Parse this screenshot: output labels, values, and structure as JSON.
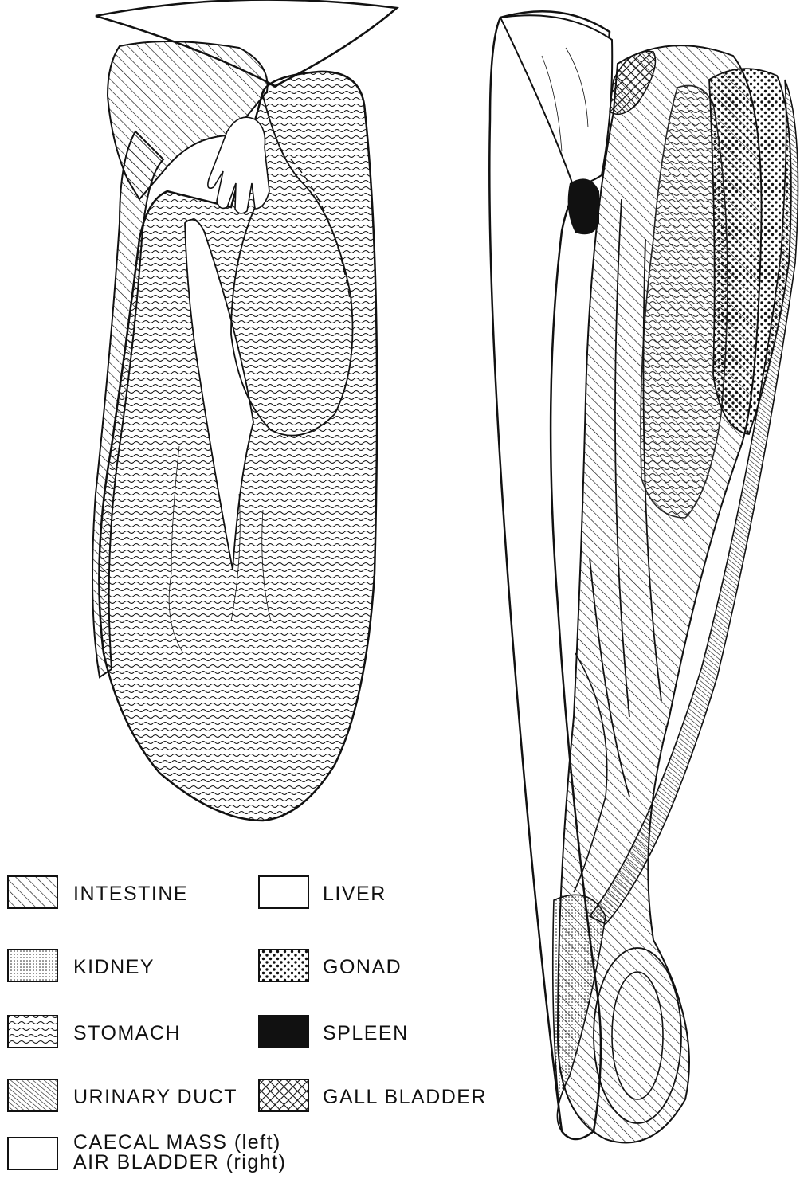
{
  "colors": {
    "ink": "#111111",
    "paper": "#ffffff"
  },
  "views": {
    "left": {
      "caecal_mass_outline": true
    },
    "right": {
      "air_bladder_outline": true
    }
  },
  "legend": [
    {
      "pattern": "diagonal",
      "label": "INTESTINE"
    },
    {
      "pattern": "dots-fine",
      "label": "KIDNEY"
    },
    {
      "pattern": "waves",
      "label": "STOMACH"
    },
    {
      "pattern": "diagonal-dense",
      "label": "URINARY DUCT"
    },
    {
      "pattern": "blank",
      "label_line1": "CAECAL MASS (left)",
      "label_line2": "AIR BLADDER (right)"
    },
    {
      "pattern": "blank",
      "label": "LIVER"
    },
    {
      "pattern": "dots-coarse",
      "label": "GONAD"
    },
    {
      "pattern": "solid",
      "label": "SPLEEN"
    },
    {
      "pattern": "crosshatch",
      "label": "GALL BLADDER"
    }
  ]
}
